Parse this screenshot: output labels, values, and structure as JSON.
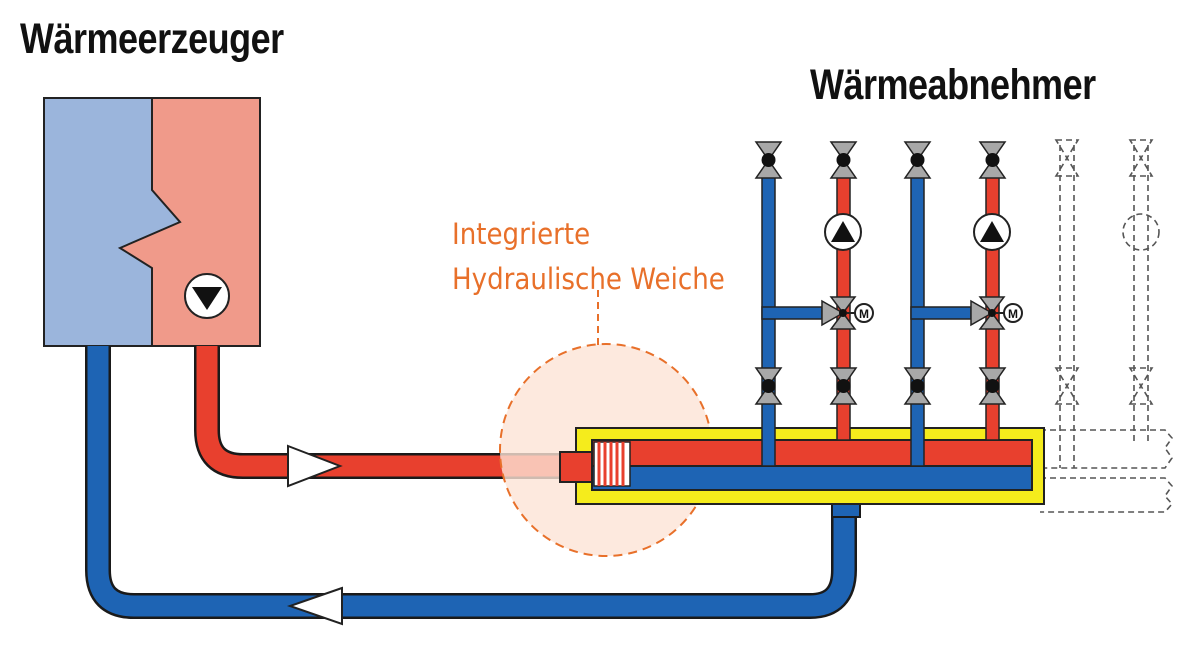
{
  "heading_generator": "Wärmeerzeuger",
  "heading_consumer": "Wärmeabnehmer",
  "callout": {
    "line1": "Integrierte",
    "line2": "Hydraulische Weiche"
  },
  "motor_label": "M",
  "colors": {
    "supply": "#e8402e",
    "return": "#1e64b4",
    "boiler_cold": "#9bb5dc",
    "boiler_hot": "#f09a8a",
    "separator_casing": "#f5ec1c",
    "callout": "#e8702a",
    "valve_grey": "#a8a8a8"
  },
  "icons": [
    "pump-icon",
    "valve-icon",
    "mixing-valve-icon",
    "motor-icon",
    "flow-arrow-icon"
  ]
}
